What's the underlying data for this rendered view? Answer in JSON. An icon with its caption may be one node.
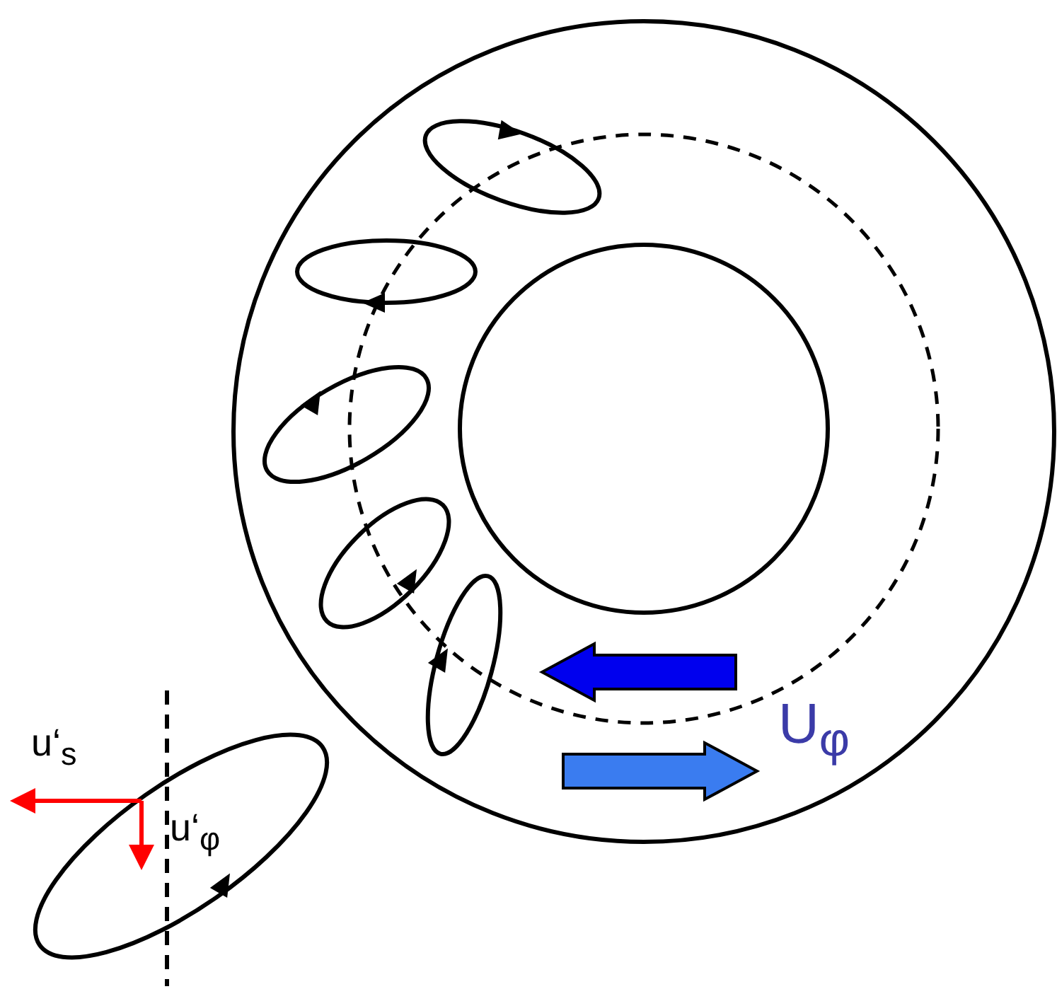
{
  "diagram": {
    "labels": [
      "u‘$_{s}$",
      "U$_{φ}$",
      "u‘$_{φ}$"
    ]
  }
}
